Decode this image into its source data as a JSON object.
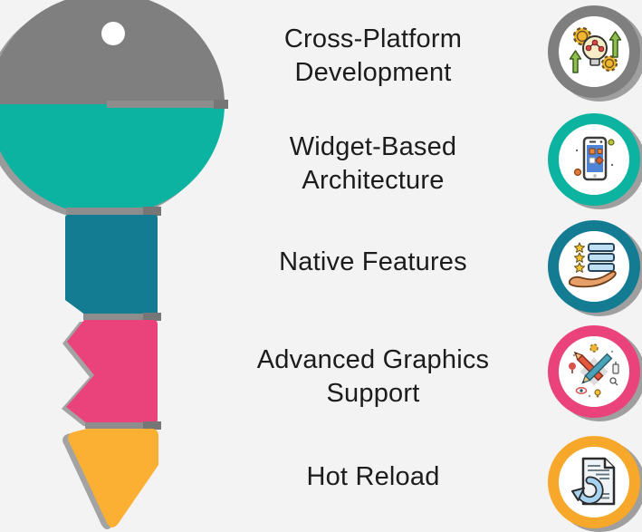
{
  "features": [
    {
      "label": "Cross-Platform Development",
      "icon": "cross-platform-development-icon",
      "ring_color": "#7f7f7f"
    },
    {
      "label": "Widget-Based Architecture",
      "icon": "widget-based-architecture-icon",
      "ring_color": "#0cb3a0"
    },
    {
      "label": "Native Features",
      "icon": "native-features-icon",
      "ring_color": "#137b92"
    },
    {
      "label": "Advanced Graphics Support",
      "icon": "advanced-graphics-support-icon",
      "ring_color": "#ea437b"
    },
    {
      "label": "Hot Reload",
      "icon": "hot-reload-icon",
      "ring_color": "#f7a82a"
    }
  ],
  "key_graphic": {
    "shape": "key",
    "segment_colors": [
      "#7f7f7f",
      "#0cb3a0",
      "#137b92",
      "#ea437b",
      "#fbb033"
    ]
  },
  "colors": {
    "background": "#f4f3f3",
    "key_gray": "#7f7f7f",
    "key_teal": "#0cb3a0",
    "key_dark_teal": "#137b92",
    "key_pink": "#ea437b",
    "key_yellow": "#fbb033",
    "seam_gray": "#8d8d8d",
    "shadow_gray": "#9b9b9b",
    "text": "#1c1c1c"
  }
}
